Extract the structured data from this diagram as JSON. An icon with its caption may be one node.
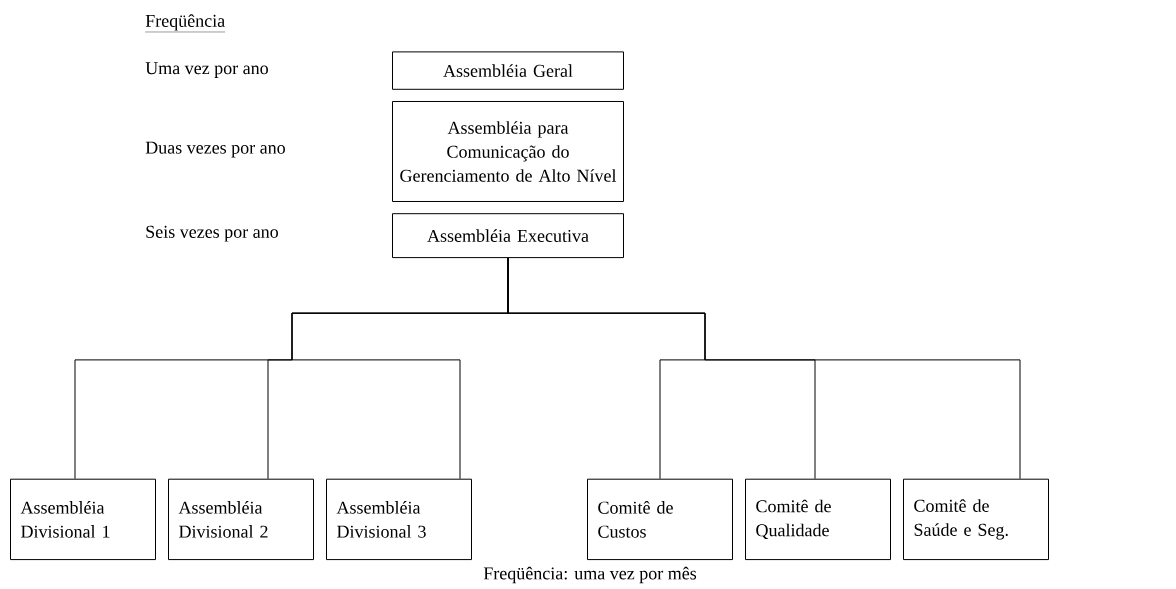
{
  "diagram": {
    "caption": "Freqüência: uma vez por mês",
    "nodes": [
      {
        "text": [
          "Assembléia Geral"
        ]
      },
      {
        "text": [
          "Assembléia para Comunicação do Gerenciamento de Alto Nível"
        ]
      },
      {
        "text": [
          "Assembléia Executiva"
        ]
      },
      {
        "text": [
          "Assembléia Divisional 1"
        ]
      },
      {
        "text": [
          "Assembléia Divisional 2"
        ]
      },
      {
        "text": [
          "Assembléia Divisional 3"
        ]
      },
      {
        "text": [
          "Comitê de Custos"
        ]
      },
      {
        "text": [
          "Comitê de Qualidade"
        ]
      },
      {
        "text": [
          "Comitê de Saúde e Seg."
        ]
      }
    ],
    "edges": [
      {
        "from": 2,
        "to": 3,
        "arrow": "none"
      },
      {
        "from": 2,
        "to": 4,
        "arrow": "none"
      },
      {
        "from": 2,
        "to": 5,
        "arrow": "none"
      },
      {
        "from": 2,
        "to": 6,
        "arrow": "none"
      },
      {
        "from": 2,
        "to": 7,
        "arrow": "none"
      },
      {
        "from": 2,
        "to": 8,
        "arrow": "none"
      }
    ],
    "labels": [
      "Freqüência",
      "Uma vez por ano",
      "Duas vezes por ano",
      "Seis vezes por ano"
    ]
  }
}
